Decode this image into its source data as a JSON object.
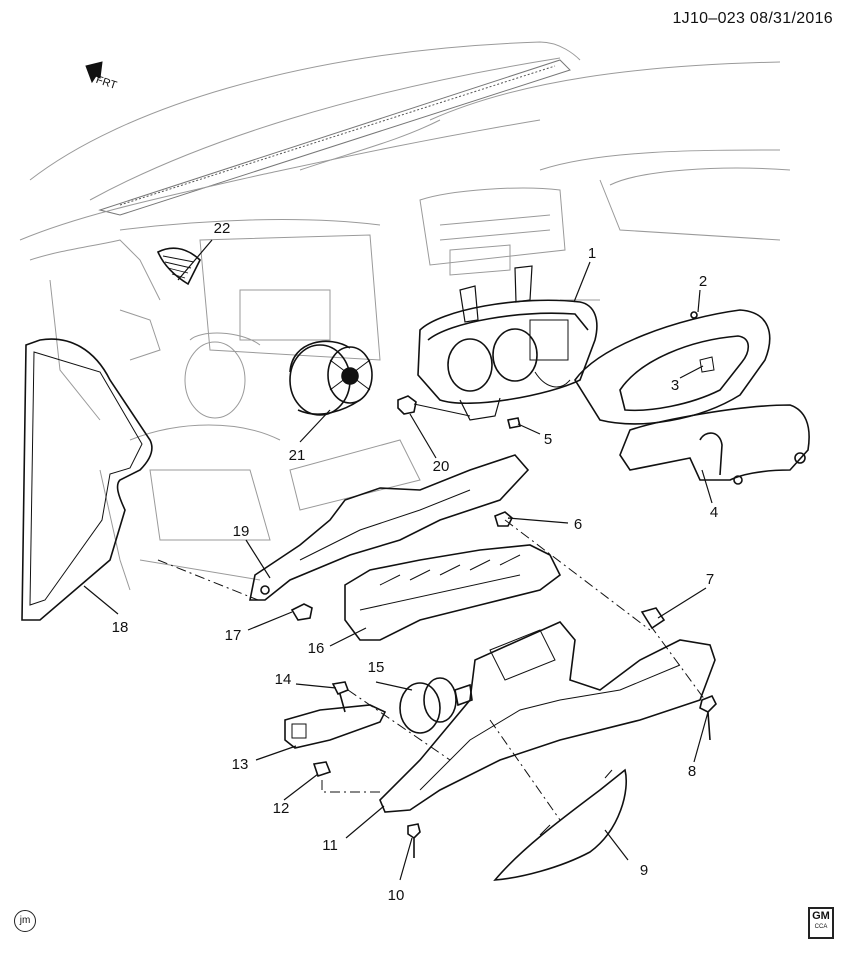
{
  "header": {
    "code": "1J10–023  08/31/2016"
  },
  "orientation_marker": {
    "text": "FRT",
    "icon": "front-arrow-icon"
  },
  "footer": {
    "jm_badge": "jm",
    "brand_logo": "GM",
    "brand_logo_sub": "CCA"
  },
  "callouts": [
    {
      "id": "1",
      "text": "1"
    },
    {
      "id": "2",
      "text": "2"
    },
    {
      "id": "3",
      "text": "3"
    },
    {
      "id": "4",
      "text": "4"
    },
    {
      "id": "5",
      "text": "5"
    },
    {
      "id": "6",
      "text": "6"
    },
    {
      "id": "7",
      "text": "7"
    },
    {
      "id": "8",
      "text": "8"
    },
    {
      "id": "9",
      "text": "9"
    },
    {
      "id": "10",
      "text": "10"
    },
    {
      "id": "11",
      "text": "11"
    },
    {
      "id": "12",
      "text": "12"
    },
    {
      "id": "13",
      "text": "13"
    },
    {
      "id": "14",
      "text": "14"
    },
    {
      "id": "15",
      "text": "15"
    },
    {
      "id": "16",
      "text": "16"
    },
    {
      "id": "17",
      "text": "17"
    },
    {
      "id": "18",
      "text": "18"
    },
    {
      "id": "19",
      "text": "19"
    },
    {
      "id": "20",
      "text": "20"
    },
    {
      "id": "21",
      "text": "21"
    },
    {
      "id": "22",
      "text": "22"
    }
  ]
}
